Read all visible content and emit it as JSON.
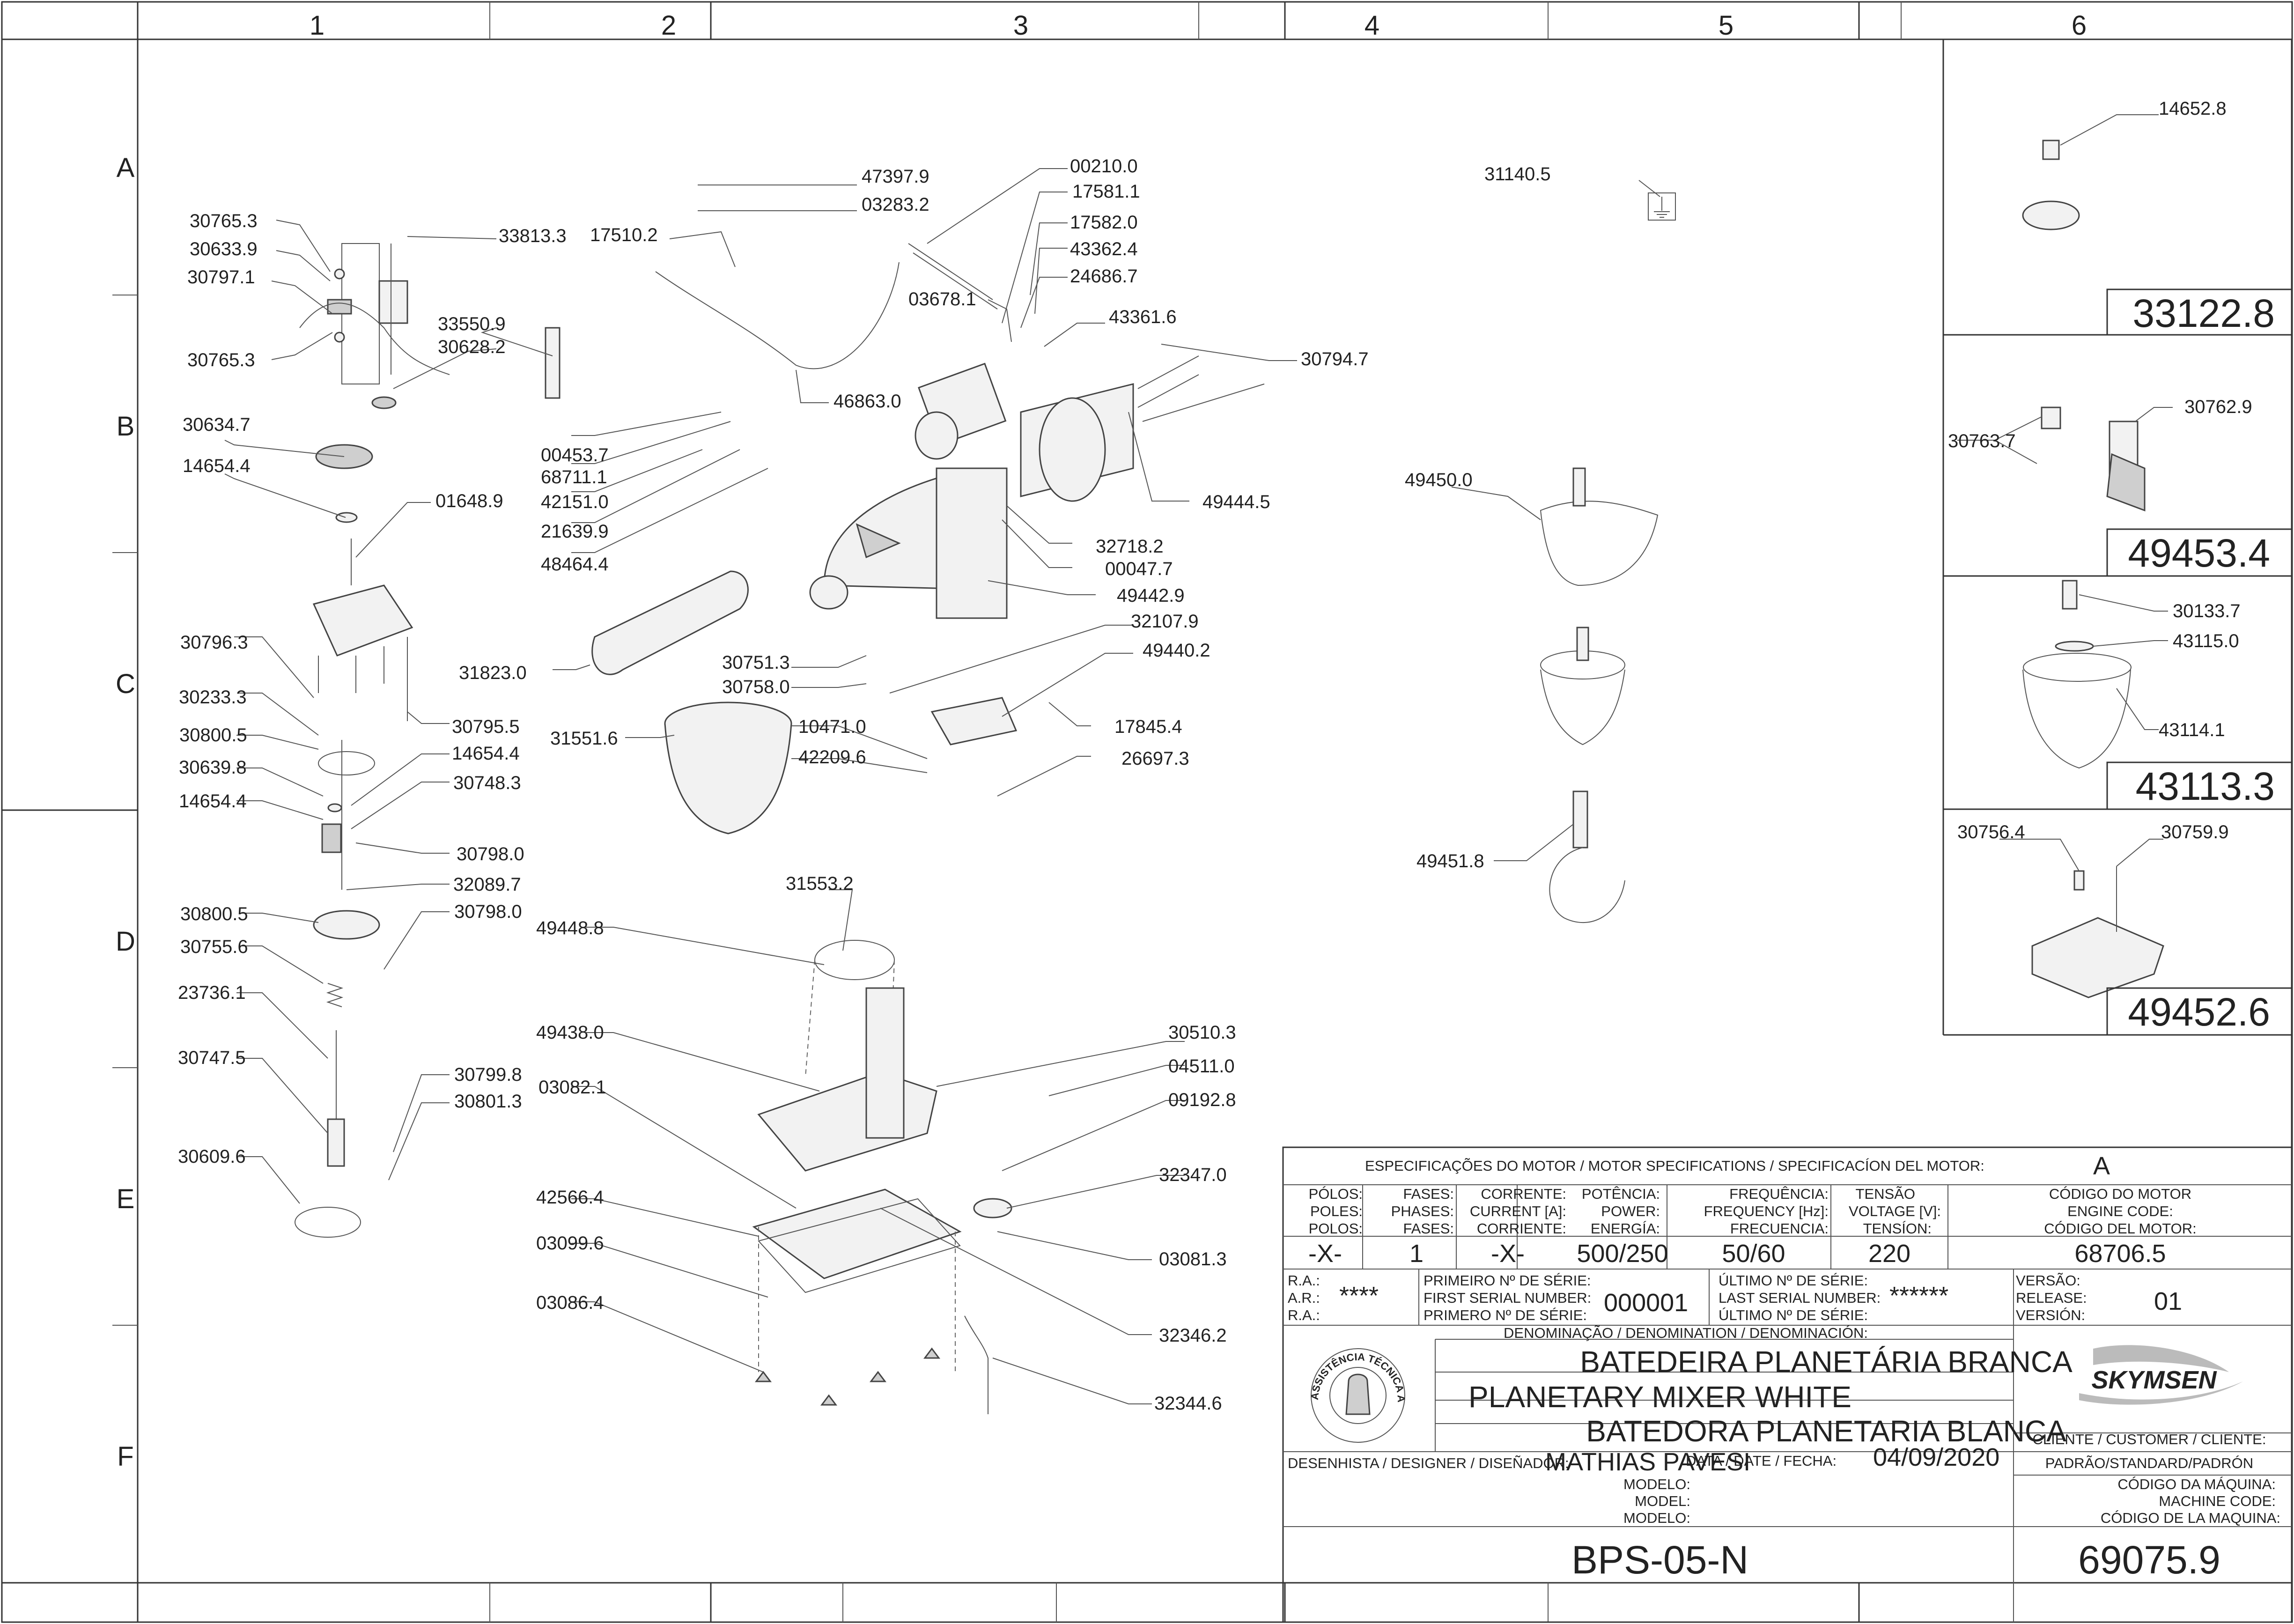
{
  "grid": {
    "columns": [
      "1",
      "2",
      "3",
      "4",
      "5",
      "6"
    ],
    "rows": [
      "A",
      "B",
      "C",
      "D",
      "E",
      "F"
    ]
  },
  "callouts": {
    "c30765_3a": "30765.3",
    "c30633_9": "30633.9",
    "c30797_1": "30797.1",
    "c30765_3b": "30765.3",
    "c33813_3": "33813.3",
    "c33550_9": "33550.9",
    "c30628_2": "30628.2",
    "c17510_2": "17510.2",
    "c47397_9": "47397.9",
    "c03283_2": "03283.2",
    "c00210_0": "00210.0",
    "c17581_1": "17581.1",
    "c17582_0": "17582.0",
    "c43362_4": "43362.4",
    "c24686_7": "24686.7",
    "c03678_1": "03678.1",
    "c43361_6": "43361.6",
    "c30794_7": "30794.7",
    "c46863_0": "46863.0",
    "c31140_5": "31140.5",
    "c30634_7": "30634.7",
    "c14654_4a": "14654.4",
    "c01648_9": "01648.9",
    "c00453_7": "00453.7",
    "c68711_1": "68711.1",
    "c42151_0": "42151.0",
    "c21639_9": "21639.9",
    "c48464_4": "48464.4",
    "c49444_5": "49444.5",
    "c32718_2": "32718.2",
    "c00047_7": "00047.7",
    "c49442_9": "49442.9",
    "c49450_0": "49450.0",
    "c30796_3": "30796.3",
    "c31823_0": "31823.0",
    "c30751_3": "30751.3",
    "c30758_0": "30758.0",
    "c32107_9": "32107.9",
    "c49440_2": "49440.2",
    "c30233_3": "30233.3",
    "c30795_5": "30795.5",
    "c31551_6": "31551.6",
    "c10471_0": "10471.0",
    "c17845_4": "17845.4",
    "c30800_5a": "30800.5",
    "c14654_4b": "14654.4",
    "c42209_6": "42209.6",
    "c26697_3": "26697.3",
    "c30639_8": "30639.8",
    "c30748_3": "30748.3",
    "c14654_4c": "14654.4",
    "c30798_0a": "30798.0",
    "c32089_7": "32089.7",
    "c49451_8": "49451.8",
    "c31553_2": "31553.2",
    "c30800_5b": "30800.5",
    "c30798_0b": "30798.0",
    "c49448_8": "49448.8",
    "c30755_6": "30755.6",
    "c23736_1": "23736.1",
    "c49438_0": "49438.0",
    "c30510_3": "30510.3",
    "c04511_0": "04511.0",
    "c30747_5": "30747.5",
    "c30799_8": "30799.8",
    "c30801_3": "30801.3",
    "c03082_1": "03082.1",
    "c09192_8": "09192.8",
    "c30609_6": "30609.6",
    "c32347_0": "32347.0",
    "c42566_4": "42566.4",
    "c03099_6": "03099.6",
    "c03081_3": "03081.3",
    "c03086_4": "03086.4",
    "c32346_2": "32346.2",
    "c32344_6": "32344.6",
    "c14652_8": "14652.8",
    "c30762_9": "30762.9",
    "c30763_7": "30763.7",
    "c30133_7": "30133.7",
    "c43115_0": "43115.0",
    "c43114_1": "43114.1",
    "c30756_4": "30756.4",
    "c30759_9": "30759.9"
  },
  "side_panels": {
    "p1": "33122.8",
    "p2": "49453.4",
    "p3": "43113.3",
    "p4": "49452.6"
  },
  "title_block": {
    "motor_heading": "ESPECIFICAÇÕES DO MOTOR / MOTOR SPECIFICATIONS / SPECIFICACÍON DEL MOTOR:",
    "motor_letter": "A",
    "h_poles": [
      "PÓLOS:",
      "POLES:",
      "POLOS:"
    ],
    "h_phases": [
      "FASES:",
      "PHASES:",
      "FASES:"
    ],
    "h_current": [
      "CORRENTE:",
      "CURRENT [A]:",
      "CORRIENTE:"
    ],
    "h_power": [
      "POTÊNCIA:",
      "POWER:",
      "ENERGÍA:"
    ],
    "h_freq": [
      "FREQUÊNCIA:",
      "FREQUENCY [Hz]:",
      "FRECUENCIA:"
    ],
    "h_volt": [
      "TENSÃO",
      "VOLTAGE [V]:",
      "TENSÍON:"
    ],
    "h_engine": [
      "CÓDIGO DO MOTOR",
      "ENGINE CODE:",
      "CÓDIGO DEL MOTOR:"
    ],
    "v_poles": "-X-",
    "v_phases": "1",
    "v_current": "-X-",
    "v_power": "500/250",
    "v_freq": "50/60",
    "v_volt": "220",
    "v_engine": "68706.5",
    "ra": [
      "R.A.:",
      "A.R.:",
      "R.A.:"
    ],
    "ra_value": "****",
    "first_serial": [
      "PRIMEIRO Nº DE SÉRIE:",
      "FIRST SERIAL NUMBER:",
      "PRIMERO Nº DE SÉRIE:"
    ],
    "first_serial_value": "000001",
    "last_serial": [
      "ÚLTIMO Nº DE SÉRIE:",
      "LAST SERIAL NUMBER:",
      "ÚLTIMO Nº DE SÉRIE:"
    ],
    "last_serial_value": "******",
    "version": [
      "VERSÃO:",
      "RELEASE:",
      "VERSIÓN:"
    ],
    "version_value": "01",
    "denomination_heading": "DENOMINAÇÃO / DENOMINATION / DENOMINACIÓN:",
    "name_pt": "BATEDEIRA PLANETÁRIA BRANCA",
    "name_en": "PLANETARY MIXER WHITE",
    "name_es": "BATEDORA PLANETARIA BLANCA",
    "brand": "SKYMSEN",
    "seal_text": "ASSISTÊNCIA TÉCNICA AUTORIZADA",
    "client_label": "CLIENTE / CUSTOMER / CLIENTE:",
    "client_value": "PADRÃO/STANDARD/PADRÓN",
    "designer_label": "DESENHISTA / DESIGNER / DISEÑADOR:",
    "designer_value": "MATHIAS PAVESI",
    "date_label": "DATA / DATE / FECHA:",
    "date_value": "04/09/2020",
    "model_label": [
      "MODELO:",
      "MODEL:",
      "MODELO:"
    ],
    "machine_code_label": [
      "CÓDIGO DA MÁQUINA:",
      "MACHINE CODE:",
      "CÓDIGO DE LA MAQUINA:"
    ],
    "model_value": "BPS-05-N",
    "machine_code_value": "69075.9"
  }
}
